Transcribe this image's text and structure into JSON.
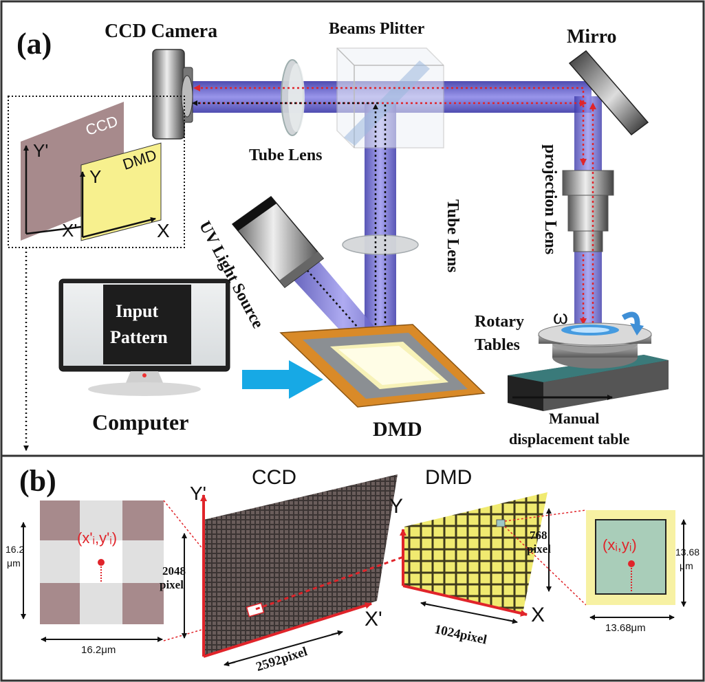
{
  "panels": {
    "a": "(a)",
    "b": "(b)"
  },
  "top": {
    "ccd_camera": "CCD Camera",
    "beam_splitter": "Beams Plitter",
    "mirror": "Mirro",
    "tube_lens_1": "Tube Lens",
    "tube_lens_2": "Tube Lens",
    "projection_lens": "projection Lens",
    "uv_light_source": "UV Light Source",
    "input_pattern_line1": "Input",
    "input_pattern_line2": "Pattern",
    "computer": "Computer",
    "dmd": "DMD",
    "rotary_line1": "Rotary",
    "rotary_line2": "Tables",
    "omega": "ω",
    "manual_line1": "Manual",
    "manual_line2": "displacement table",
    "inset": {
      "ccd": "CCD",
      "dmd": "DMD",
      "y_prime": "Y'",
      "x_prime": "X'",
      "y": "Y",
      "x": "X"
    }
  },
  "bottom": {
    "ccd_title": "CCD",
    "dmd_title": "DMD",
    "y_prime": "Y'",
    "x_prime": "X'",
    "y": "Y",
    "x": "X",
    "ccd_height_line1": "2048",
    "ccd_height_line2": "pixel",
    "ccd_width": "2592pixel",
    "dmd_height_line1": "768",
    "dmd_height_line2": "pixel",
    "dmd_width": "1024pixel",
    "ccd_pixel_point": "(x'ᵢ,y'ᵢ)",
    "ccd_pixel_size_v_line1": "16.2",
    "ccd_pixel_size_v_line2": "μm",
    "ccd_pixel_size_h": "16.2μm",
    "dmd_pixel_point": "(xᵢ,yᵢ)",
    "dmd_pixel_size_v_line1": "13.68",
    "dmd_pixel_size_v_line2": "μm",
    "dmd_pixel_size_h": "13.68μm"
  },
  "colors": {
    "beam": "#5a55c8",
    "beam_dark": "#2b2a8c",
    "red_path": "#e0242a",
    "dmd_yellow": "#f4ef8a",
    "ccd_mauve": "#a78a8c",
    "ccd_grid": "#3b3433",
    "dmd_chip_orange": "#d98a28",
    "cyan_arrow": "#17a9e5",
    "pixel_green": "#a9cdb9",
    "pixel_border_yellow": "#f7f1a3"
  }
}
